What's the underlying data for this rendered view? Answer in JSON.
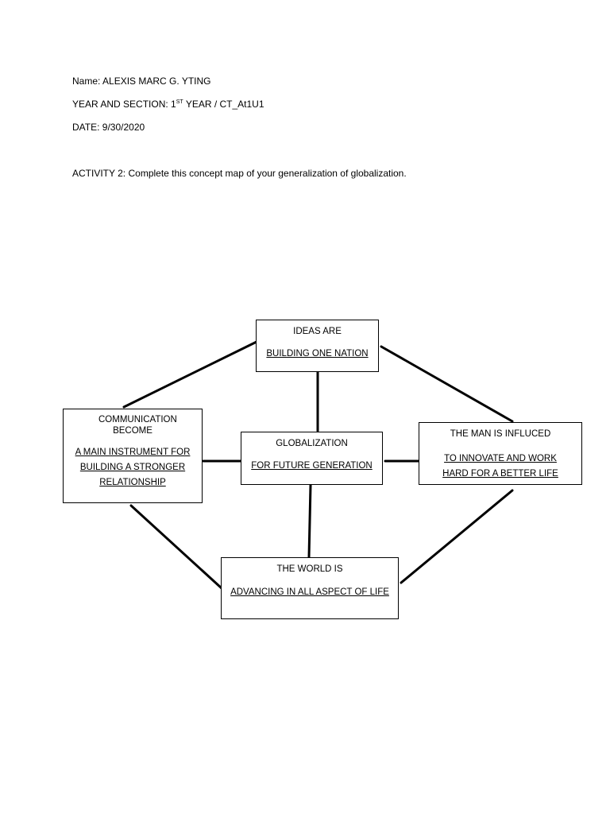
{
  "header": {
    "name_label": "Name:",
    "name_value": "ALEXIS MARC G. YTING",
    "section_label": "YEAR AND SECTION:",
    "section_year_num": "1",
    "section_year_sup": "ST",
    "section_rest": "YEAR / CT_At1U1",
    "date_label": "DATE:",
    "date_value": "9/30/2020",
    "activity_label": "ACTIVITY 2:",
    "activity_text": "Complete this concept map of your generalization of globalization."
  },
  "concept_map": {
    "top": {
      "lead": "IDEAS ARE",
      "answer": "BUILDING ONE NATION"
    },
    "left": {
      "lead": "COMMUNICATION BECOME",
      "answer": "A MAIN INSTRUMENT FOR BUILDING A STRONGER RELATIONSHIP"
    },
    "center": {
      "lead": "GLOBALIZATION",
      "answer": "FOR FUTURE GENERATION"
    },
    "right": {
      "lead": "THE MAN IS INFLUCED",
      "answer": "TO INNOVATE AND WORK HARD FOR A BETTER LIFE"
    },
    "bottom": {
      "lead": "THE WORLD IS",
      "answer": "ADVANCING IN ALL ASPECT OF LIFE"
    }
  }
}
